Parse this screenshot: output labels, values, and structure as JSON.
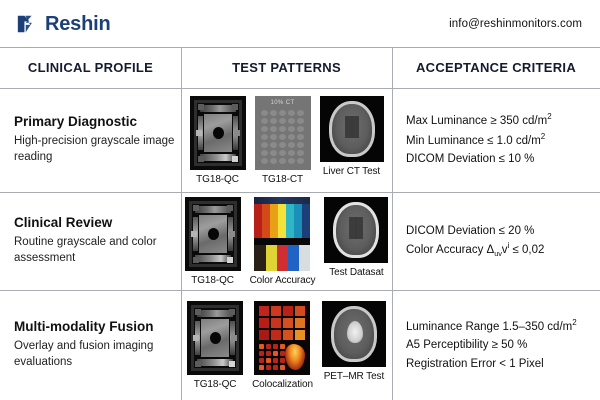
{
  "header": {
    "brand_name": "Reshin",
    "brand_icon": "reshin-logo-icon",
    "brand_color": "#1c3f78",
    "contact_email": "info@reshinmonitors.com"
  },
  "table": {
    "columns": [
      {
        "label": "CLINICAL PROFILE"
      },
      {
        "label": "TEST PATTERNS"
      },
      {
        "label": "ACCEPTANCE CRITERIA"
      }
    ],
    "rows": [
      {
        "profile_title": "Primary Diagnostic",
        "profile_desc": "High-precision grayscale image reading",
        "patterns": [
          {
            "label": "TG18-QC",
            "kind": "tg18-qc"
          },
          {
            "label": "TG18-CT",
            "kind": "tg18-ct",
            "caption": "10% CT"
          },
          {
            "label": "Liver CT Test",
            "kind": "ct-scan"
          }
        ],
        "criteria": [
          {
            "text": "Max Luminance ≥ 350 cd/m",
            "sup": "2"
          },
          {
            "text": "Min Luminance ≤ 1.0 cd/m",
            "sup": "2"
          },
          {
            "text": "DICOM Deviation ≤ 10 %",
            "sup": ""
          }
        ]
      },
      {
        "profile_title": "Clinical Review",
        "profile_desc": "Routine grayscale and color assessment",
        "patterns": [
          {
            "label": "TG18-QC",
            "kind": "tg18-qc"
          },
          {
            "label": "Color Accuracy",
            "kind": "color-bars"
          },
          {
            "label": "Test Datasat",
            "kind": "ct-scan"
          }
        ],
        "criteria": [
          {
            "text": "DICOM Deviation ≤ 20 %",
            "sup": ""
          },
          {
            "text": "Color Accuracy Δ",
            "sub": "uv",
            "mid": "v",
            "sup": "i",
            "tail": " ≤ 0,02"
          }
        ]
      },
      {
        "profile_title": "Multi-modality Fusion",
        "profile_desc": "Overlay and fusion imaging evaluations",
        "patterns": [
          {
            "label": "TG18-QC",
            "kind": "tg18-qc"
          },
          {
            "label": "Colocalization",
            "kind": "colocalization"
          },
          {
            "label": "PET–MR Test",
            "kind": "pet-mr"
          }
        ],
        "criteria": [
          {
            "text": "Luminance Range 1.5–350 cd/m",
            "sup": "2"
          },
          {
            "text": "A5 Perceptibility ≥ 50 %",
            "sup": ""
          },
          {
            "text": "Registration Error < 1 Pixel",
            "sup": ""
          }
        ]
      }
    ]
  },
  "palette": {
    "rule": "#a9acb0",
    "text": "#111111",
    "color_bars_upper": [
      "#b81f16",
      "#d4491a",
      "#e8a016",
      "#f2e23a",
      "#2fb6c4",
      "#1a8fb8",
      "#1c3f7a"
    ],
    "color_bars_lower": [
      "#2a2018",
      "#e0d336",
      "#cf2f33",
      "#1f63c4",
      "#d8dde0"
    ],
    "coloc_squares": [
      "#c0251c",
      "#cf3a1e",
      "#b82018",
      "#d24a1f",
      "#b81e16",
      "#c8341c",
      "#d4501f",
      "#e0741f",
      "#a81a14",
      "#c02a19",
      "#d6521d",
      "#e89122"
    ]
  }
}
